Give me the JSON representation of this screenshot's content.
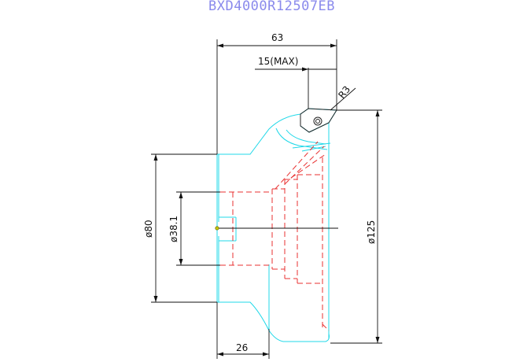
{
  "drawing": {
    "title": "BXD4000R12507EB",
    "dimensions": {
      "overall_length": "63",
      "max_depth": "15(MAX)",
      "corner_radius": "R3",
      "bore_diameter": "ø38.1",
      "hub_diameter": "ø80",
      "cutting_diameter": "ø125",
      "hub_length": "26"
    }
  },
  "colors": {
    "title": "#8a8aec",
    "outline": "#20d8e8",
    "hidden": "#e83030",
    "dimension": "#111111",
    "center_mark": "#c8c800"
  }
}
